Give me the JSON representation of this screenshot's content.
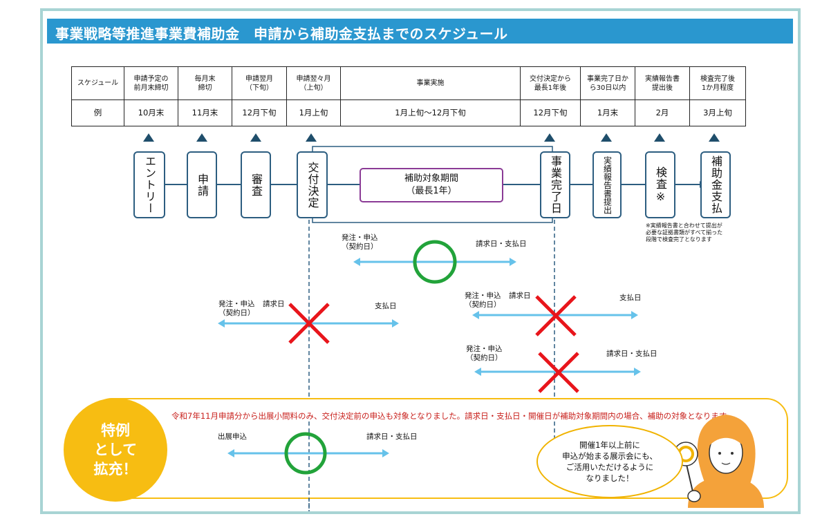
{
  "title": "事業戦略等推進事業費補助金　申請から補助金支払までのスケジュール",
  "schedule_table": {
    "row1": [
      [
        "スケジュール"
      ],
      [
        "申請予定の",
        "前月末締切"
      ],
      [
        "毎月末",
        "締切"
      ],
      [
        "申請翌月",
        "（下旬）"
      ],
      [
        "申請翌々月",
        "（上旬）"
      ],
      [
        "事業実施"
      ],
      [
        "交付決定から",
        "最長1年後"
      ],
      [
        "事業完了日か",
        "ら30日以内"
      ],
      [
        "実績報告書",
        "提出後"
      ],
      [
        "検査完了後",
        "1か月程度"
      ]
    ],
    "row2": [
      "例",
      "10月末",
      "11月末",
      "12月下旬",
      "1月上旬",
      "1月上旬～12月下旬",
      "12月下旬",
      "1月末",
      "2月",
      "3月上旬"
    ]
  },
  "stages": [
    "エントリー",
    "申請",
    "審査",
    "交付決定",
    "事業完了日",
    "実績報告書提出",
    "検査※",
    "補助金支払"
  ],
  "period_box": {
    "line1": "補助対象期間",
    "line2": "（最長1年）"
  },
  "inspection_note": [
    "※実績報告書と合わせて提出が",
    "必要な証拠書類がすべて揃った",
    "段階で検査完了となります"
  ],
  "timeline_labels": {
    "ok": {
      "order": [
        "発注・申込",
        "（契約日）"
      ],
      "invoice": "請求日・支払日"
    },
    "ng_left": {
      "order": [
        "発注・申込",
        "（契約日）"
      ],
      "invoice": "請求日",
      "pay": "支払日"
    },
    "ng_right": {
      "order": [
        "発注・申込",
        "（契約日）"
      ],
      "invoice": "請求日",
      "pay": "支払日"
    },
    "ng_bottom": {
      "order": [
        "発注・申込",
        "（契約日）"
      ],
      "invoice": "請求日・支払日"
    },
    "special": {
      "order": "出展申込",
      "invoice": "請求日・支払日"
    }
  },
  "special": {
    "badge": [
      "特例",
      "として",
      "拡充！"
    ],
    "text": "令和7年11月申請分から出展小間料のみ、交付決定前の申込も対象となりました。請求日・支払日・開催日が補助対象期間内の場合、補助の対象となります。",
    "bubble": [
      "開催1年以上前に",
      "申込が始まる展示会にも、",
      "ご活用いただけるように",
      "なりました！"
    ]
  },
  "colors": {
    "title_bg": "#2a97cf",
    "frame": "#a8d4d4",
    "stage_border": "#2c5d80",
    "period_border": "#8a3a95",
    "arrow": "#66c2ea",
    "ok": "#22a33a",
    "ng": "#e8151b",
    "special": "#f7bd12",
    "special_text": "#c8201c"
  }
}
